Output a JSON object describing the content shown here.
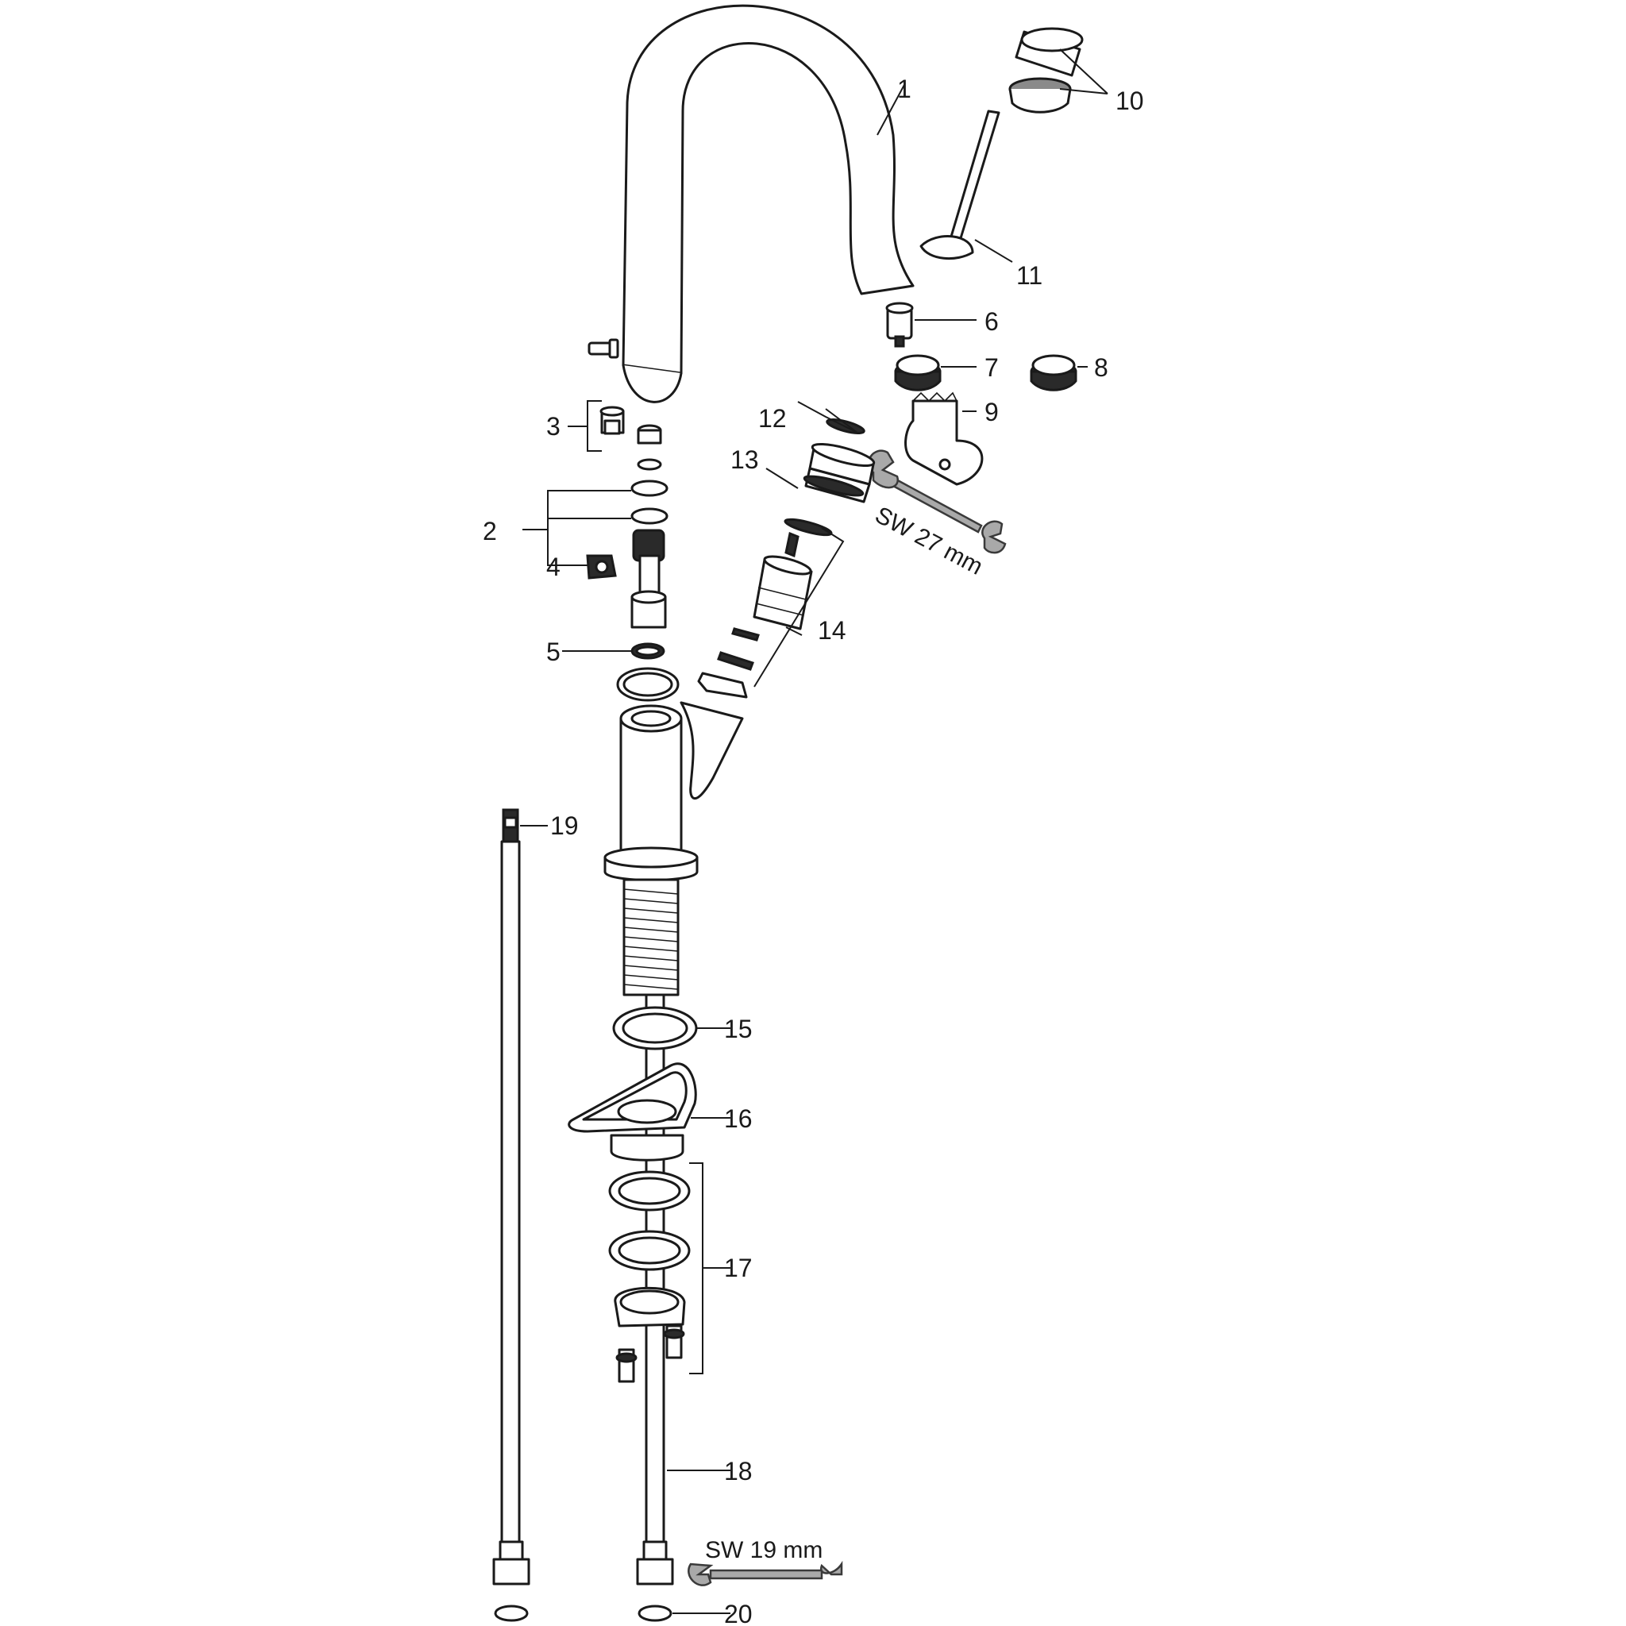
{
  "callouts": [
    {
      "id": "1",
      "label": "1"
    },
    {
      "id": "2",
      "label": "2"
    },
    {
      "id": "3",
      "label": "3"
    },
    {
      "id": "4",
      "label": "4"
    },
    {
      "id": "5",
      "label": "5"
    },
    {
      "id": "6",
      "label": "6"
    },
    {
      "id": "7",
      "label": "7"
    },
    {
      "id": "8",
      "label": "8"
    },
    {
      "id": "9",
      "label": "9"
    },
    {
      "id": "10",
      "label": "10"
    },
    {
      "id": "11",
      "label": "11"
    },
    {
      "id": "12",
      "label": "12"
    },
    {
      "id": "13",
      "label": "13"
    },
    {
      "id": "14",
      "label": "14"
    },
    {
      "id": "15",
      "label": "15"
    },
    {
      "id": "16",
      "label": "16"
    },
    {
      "id": "17",
      "label": "17"
    },
    {
      "id": "18",
      "label": "18"
    },
    {
      "id": "19",
      "label": "19"
    },
    {
      "id": "20",
      "label": "20"
    }
  ],
  "wrenches": {
    "upper": "SW 27 mm",
    "lower": "SW 19 mm"
  }
}
